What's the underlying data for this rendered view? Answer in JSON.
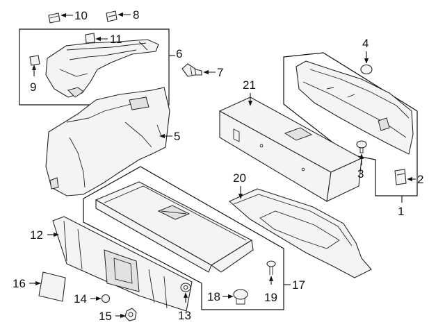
{
  "colors": {
    "background": "#ffffff",
    "line": "#111111",
    "part_fill": "#f4f4f4"
  },
  "callouts": [
    {
      "id": "1",
      "label": "1"
    },
    {
      "id": "2",
      "label": "2"
    },
    {
      "id": "3",
      "label": "3"
    },
    {
      "id": "4",
      "label": "4"
    },
    {
      "id": "5",
      "label": "5"
    },
    {
      "id": "6",
      "label": "6"
    },
    {
      "id": "7",
      "label": "7"
    },
    {
      "id": "8",
      "label": "8"
    },
    {
      "id": "9",
      "label": "9"
    },
    {
      "id": "10",
      "label": "10"
    },
    {
      "id": "11",
      "label": "11"
    },
    {
      "id": "12",
      "label": "12"
    },
    {
      "id": "13",
      "label": "13"
    },
    {
      "id": "14",
      "label": "14"
    },
    {
      "id": "15",
      "label": "15"
    },
    {
      "id": "16",
      "label": "16"
    },
    {
      "id": "17",
      "label": "17"
    },
    {
      "id": "18",
      "label": "18"
    },
    {
      "id": "19",
      "label": "19"
    },
    {
      "id": "20",
      "label": "20"
    },
    {
      "id": "21",
      "label": "21"
    }
  ]
}
